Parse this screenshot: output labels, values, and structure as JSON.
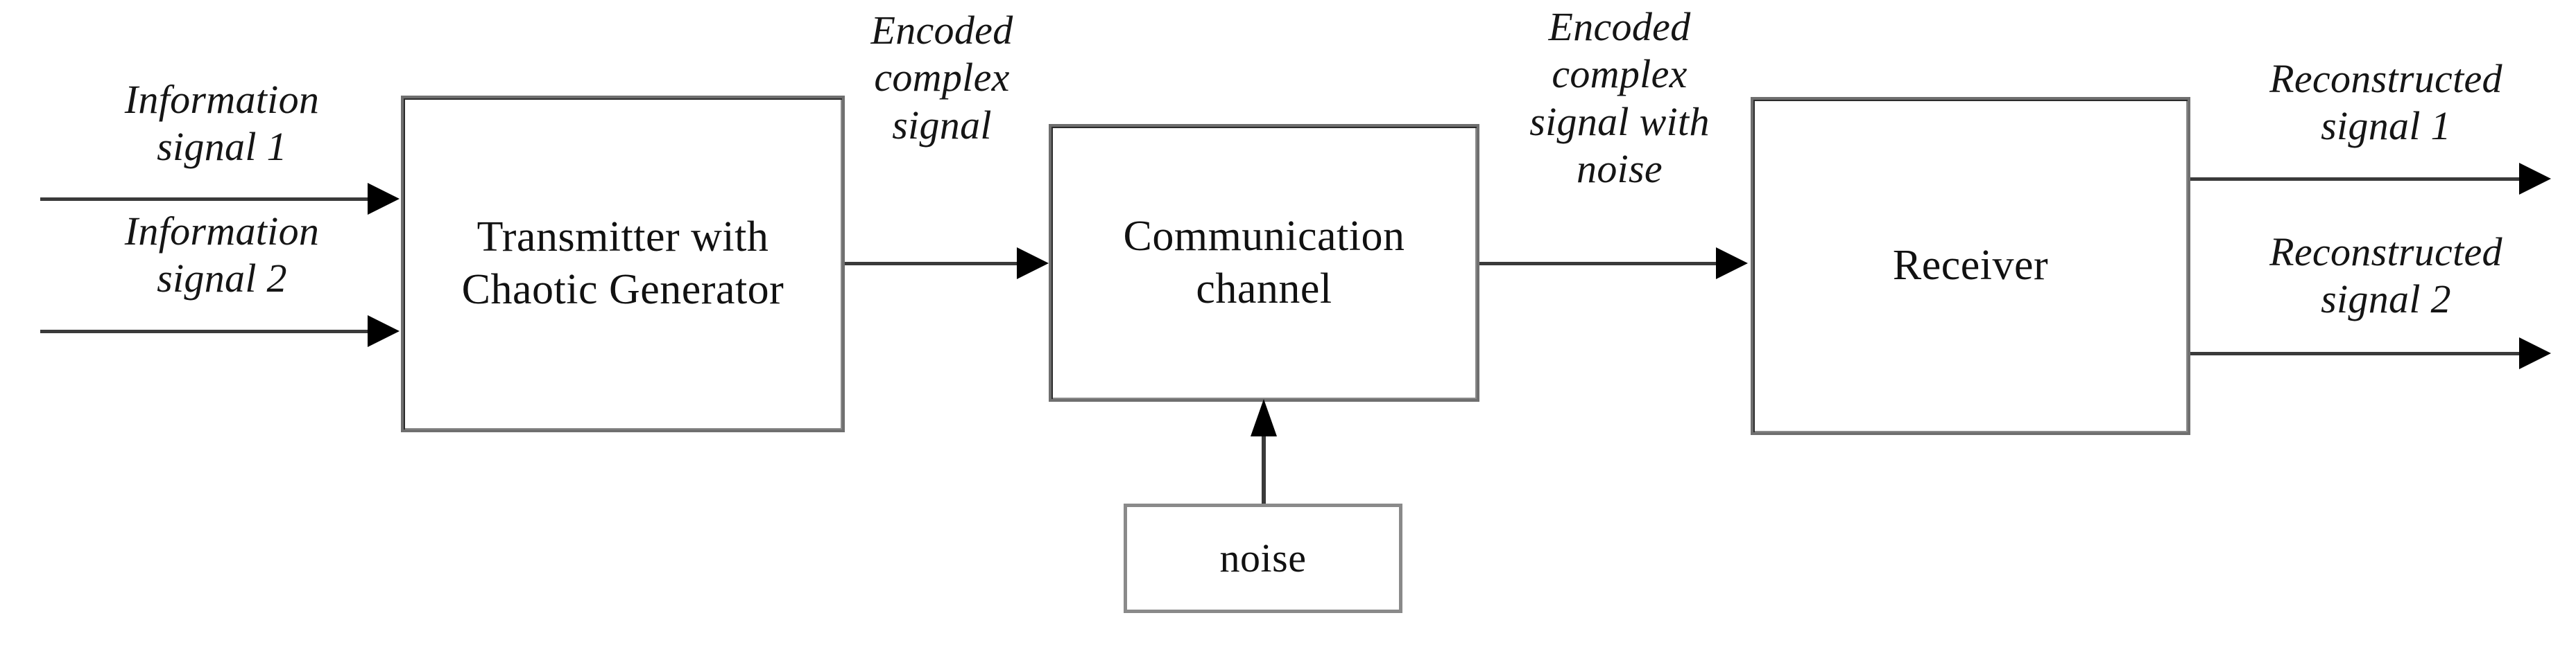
{
  "figure": {
    "kind": "block-diagram",
    "title": "Chaotic communication system block diagram",
    "background_color": "#ffffff",
    "line_color": "#3a3a3a",
    "arrow_color": "#000000",
    "box_border_dark": "#6f6f6f",
    "box_border_light": "#8a8a8a",
    "text_color": "#151515"
  },
  "blocks": [
    {
      "id": "transmitter",
      "label": "Transmitter with\nChaotic Generator",
      "border": "dark"
    },
    {
      "id": "channel",
      "label": "Communication\nchannel",
      "border": "dark"
    },
    {
      "id": "receiver",
      "label": "Receiver",
      "border": "dark"
    },
    {
      "id": "noise",
      "label": "noise",
      "border": "light"
    }
  ],
  "signal_labels": {
    "input_1": "Information\nsignal 1",
    "input_2": "Information\nsignal 2",
    "encoded": "Encoded\ncomplex\nsignal",
    "encoded_noise": "Encoded\ncomplex\nsignal with\nnoise",
    "output_1": "Reconstructed\nsignal 1",
    "output_2": "Reconstructed\nsignal 2"
  },
  "connections": [
    {
      "id": "in-1",
      "from": "Information signal 1",
      "to": "transmitter",
      "direction": "right"
    },
    {
      "id": "in-2",
      "from": "Information signal 2",
      "to": "transmitter",
      "direction": "right"
    },
    {
      "id": "tx-to-channel",
      "from": "transmitter",
      "to": "channel",
      "direction": "right",
      "label": "Encoded complex signal"
    },
    {
      "id": "channel-to-rx",
      "from": "channel",
      "to": "receiver",
      "direction": "right",
      "label": "Encoded complex signal with noise"
    },
    {
      "id": "noise-to-channel",
      "from": "noise",
      "to": "channel",
      "direction": "up"
    },
    {
      "id": "out-1",
      "from": "receiver",
      "to": "Reconstructed signal 1",
      "direction": "right"
    },
    {
      "id": "out-2",
      "from": "receiver",
      "to": "Reconstructed signal 2",
      "direction": "right"
    }
  ]
}
